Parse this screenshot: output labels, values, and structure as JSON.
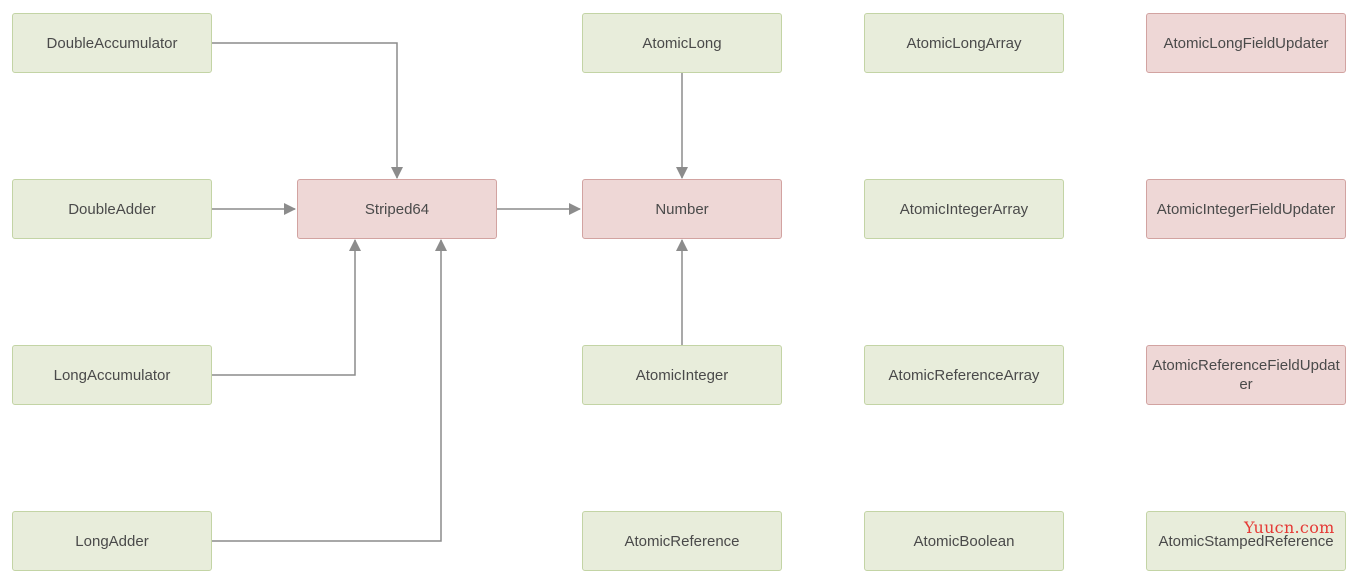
{
  "diagram": {
    "nodes": {
      "double_accumulator": "DoubleAccumulator",
      "double_adder": "DoubleAdder",
      "long_accumulator": "LongAccumulator",
      "long_adder": "LongAdder",
      "striped64": "Striped64",
      "number": "Number",
      "atomic_long": "AtomicLong",
      "atomic_integer": "AtomicInteger",
      "atomic_reference": "AtomicReference",
      "atomic_long_array": "AtomicLongArray",
      "atomic_integer_array": "AtomicIntegerArray",
      "atomic_reference_array": "AtomicReferenceArray",
      "atomic_boolean": "AtomicBoolean",
      "atomic_long_field_updater": "AtomicLongFieldUpdater",
      "atomic_integer_field_updater": "AtomicIntegerFieldUpdater",
      "atomic_reference_field_updater": "AtomicReferenceFieldUpdater",
      "atomic_stamped_reference": "AtomicStampedReference"
    },
    "edges": [
      {
        "from": "DoubleAccumulator",
        "to": "Striped64"
      },
      {
        "from": "DoubleAdder",
        "to": "Striped64"
      },
      {
        "from": "LongAccumulator",
        "to": "Striped64"
      },
      {
        "from": "LongAdder",
        "to": "Striped64"
      },
      {
        "from": "Striped64",
        "to": "Number"
      },
      {
        "from": "AtomicLong",
        "to": "Number"
      },
      {
        "from": "AtomicInteger",
        "to": "Number"
      }
    ],
    "colors": {
      "green_fill": "#e8eddb",
      "green_border": "#c3d4a5",
      "pink_fill": "#eed7d6",
      "pink_border": "#d2a3a1",
      "connector": "#8c8c8c"
    }
  },
  "watermark": "Yuucn.com"
}
